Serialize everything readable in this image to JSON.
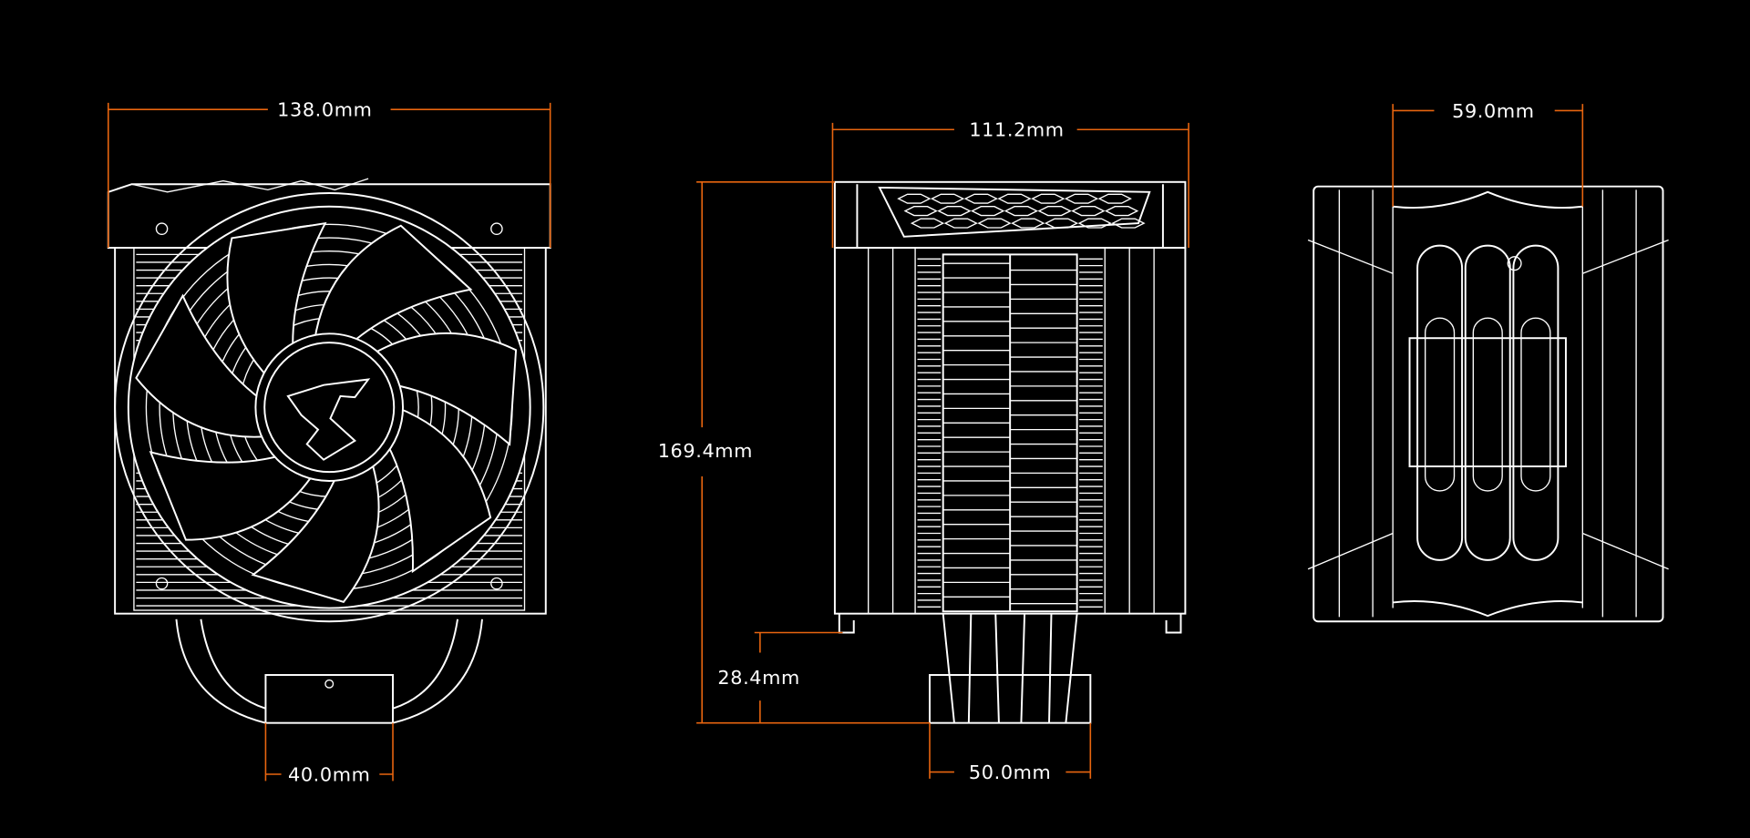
{
  "colors": {
    "background": "#000000",
    "line": "#ffffff",
    "dimension": "#e8650f"
  },
  "dimensions": {
    "front_width": "138.0mm",
    "base_width_front": "40.0mm",
    "side_width": "111.2mm",
    "total_height": "169.4mm",
    "base_clearance": "28.4mm",
    "base_width_side": "50.0mm",
    "top_depth": "59.0mm"
  }
}
